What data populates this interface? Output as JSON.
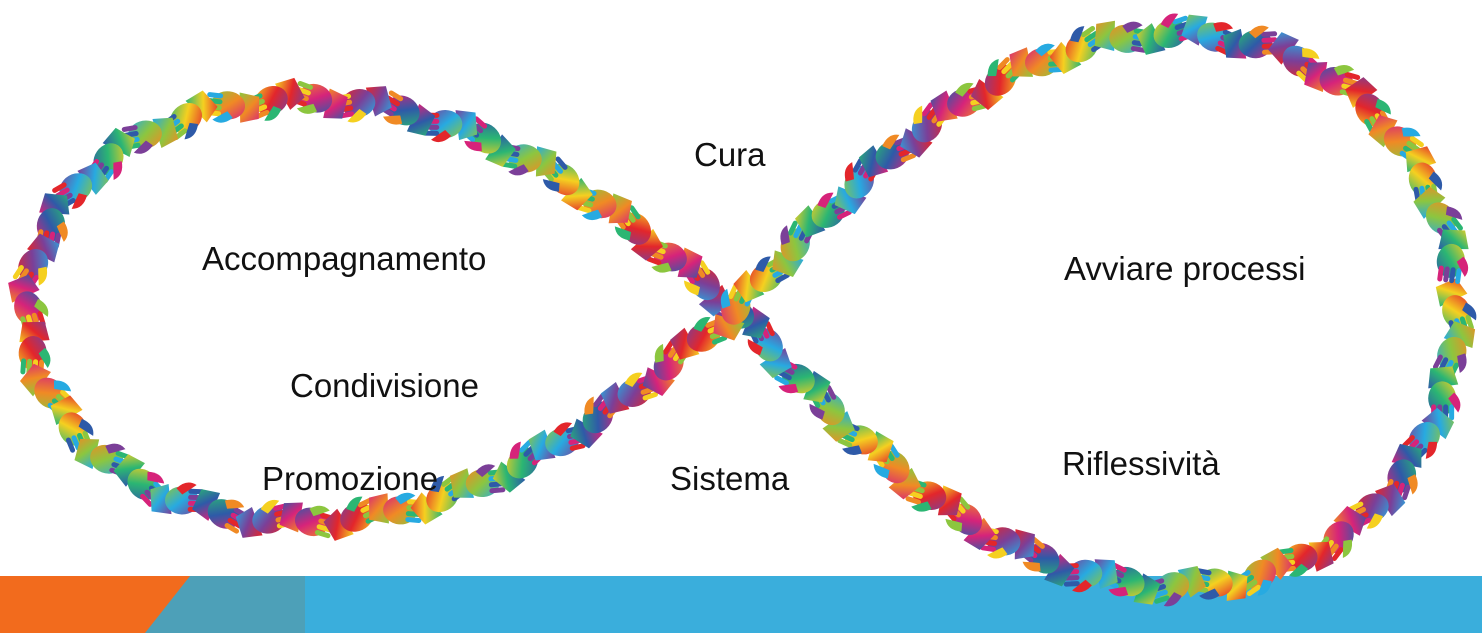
{
  "labels": {
    "cura": "Cura",
    "accompagnamento": "Accompagnamento",
    "avviare_processi": "Avviare processi",
    "condivisione": "Condivisione",
    "promozione": "Promozione",
    "sistema": "Sistema",
    "riflessivita": "Riflessività"
  },
  "colors": {
    "footer_orange": "#f26b1d",
    "footer_blue": "#3aaedc",
    "footer_teal": "#4da0b8",
    "hand_palette": [
      "#e3262b",
      "#f08a24",
      "#f5d020",
      "#8cc63f",
      "#2bb673",
      "#27aae1",
      "#2e5aa8",
      "#7b3f98",
      "#d6237a"
    ]
  },
  "graphic": {
    "shape": "infinity-loop",
    "motif": "clasped-hands-chain"
  }
}
